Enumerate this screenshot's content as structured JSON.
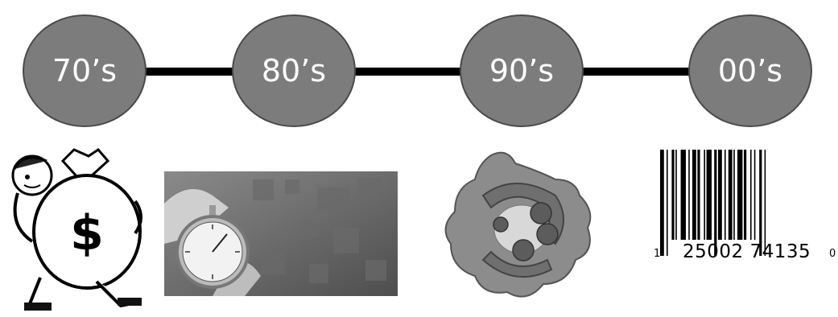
{
  "timeline": {
    "nodes": [
      {
        "label": "70’s"
      },
      {
        "label": "80’s"
      },
      {
        "label": "90’s"
      },
      {
        "label": "00’s"
      }
    ]
  },
  "images": [
    {
      "name": "money-bag-man",
      "icon": "money-bag-icon",
      "symbol": "$"
    },
    {
      "name": "stopwatch-photo",
      "icon": "stopwatch-icon"
    },
    {
      "name": "protein-molecule",
      "icon": "molecule-icon"
    },
    {
      "name": "barcode",
      "icon": "barcode-icon",
      "digits": "25002 74135",
      "left_digit": "1",
      "right_digit": "0"
    }
  ],
  "colors": {
    "node_fill": "#7c7c7c",
    "node_border": "#4a4a4a",
    "node_text": "#ffffff",
    "line": "#000000"
  }
}
